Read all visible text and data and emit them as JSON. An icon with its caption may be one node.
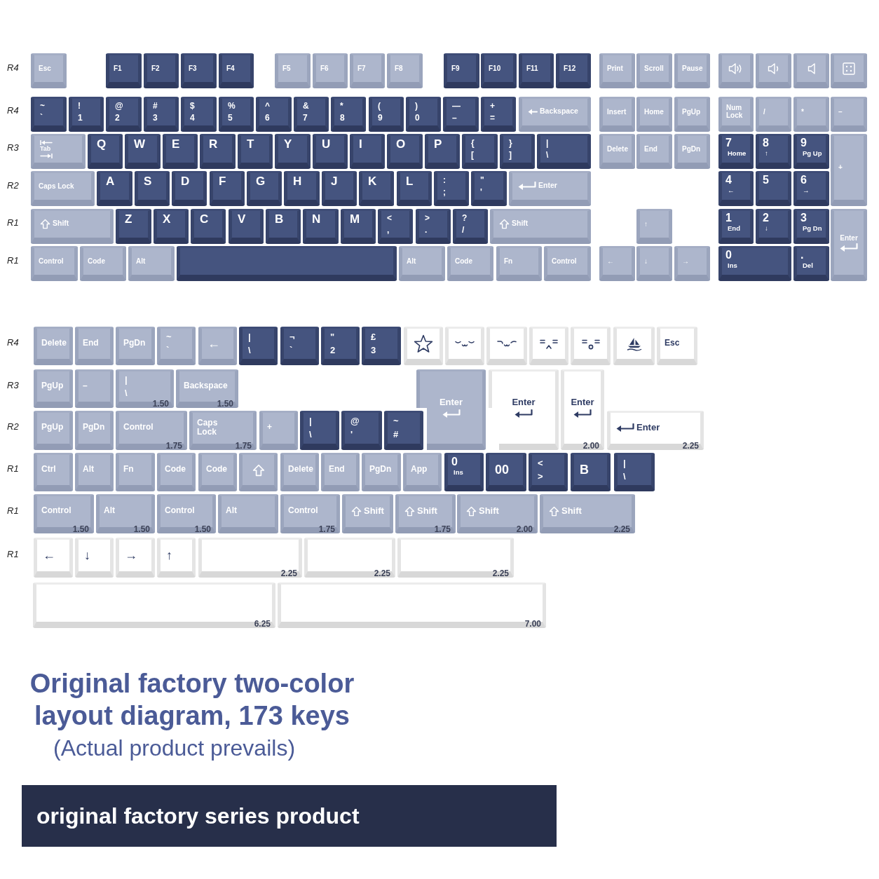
{
  "diagram": {
    "title": "Original factory two-color layout diagram, 173 keys",
    "caption": "original factory series product",
    "nodes": [
      {
        "text": [
          "Esc"
        ]
      },
      {
        "text": [
          "F1"
        ]
      },
      {
        "text": [
          "F2"
        ]
      },
      {
        "text": [
          "F3"
        ]
      },
      {
        "text": [
          "F4"
        ]
      },
      {
        "text": [
          "F5"
        ]
      },
      {
        "text": [
          "F6"
        ]
      },
      {
        "text": [
          "F7"
        ]
      },
      {
        "text": [
          "F8"
        ]
      },
      {
        "text": [
          "F9"
        ]
      },
      {
        "text": [
          "F10"
        ]
      },
      {
        "text": [
          "F11"
        ]
      },
      {
        "text": [
          "F12"
        ]
      },
      {
        "text": [
          "Print"
        ]
      },
      {
        "text": [
          "Scroll"
        ]
      },
      {
        "text": [
          "Pause"
        ]
      },
      {
        "text": [],
        "shape": "box"
      },
      {
        "text": [],
        "shape": "box"
      },
      {
        "text": [],
        "shape": "box"
      },
      {
        "text": [],
        "shape": "box"
      },
      {
        "text": [
          "~",
          "`"
        ]
      },
      {
        "text": [
          "!",
          "1"
        ]
      },
      {
        "text": [
          "@",
          "2"
        ]
      },
      {
        "text": [
          "#",
          "3"
        ]
      },
      {
        "text": [
          "$",
          "4"
        ]
      },
      {
        "text": [
          "%",
          "5"
        ]
      },
      {
        "text": [
          "^",
          "6"
        ]
      },
      {
        "text": [
          "&",
          "7"
        ]
      },
      {
        "text": [
          "*",
          "8"
        ]
      },
      {
        "text": [
          "(",
          "9"
        ]
      },
      {
        "text": [
          ")",
          "0"
        ]
      },
      {
        "text": [
          "—",
          "–"
        ]
      },
      {
        "text": [
          "+",
          "="
        ]
      },
      {
        "text": [
          "Backspace"
        ]
      },
      {
        "text": [
          "Insert"
        ]
      },
      {
        "text": [
          "Home"
        ]
      },
      {
        "text": [
          "PgUp"
        ]
      },
      {
        "text": [
          "Num Lock"
        ]
      },
      {
        "text": [
          "/"
        ]
      },
      {
        "text": [
          "*"
        ]
      },
      {
        "text": [
          "–"
        ]
      },
      {
        "text": [
          "Tab"
        ]
      },
      {
        "text": [
          "Q"
        ]
      },
      {
        "text": [
          "W"
        ]
      },
      {
        "text": [
          "E"
        ]
      },
      {
        "text": [
          "R"
        ]
      },
      {
        "text": [
          "T"
        ]
      },
      {
        "text": [
          "Y"
        ]
      },
      {
        "text": [
          "U"
        ]
      },
      {
        "text": [
          "I"
        ]
      },
      {
        "text": [
          "O"
        ]
      },
      {
        "text": [
          "P"
        ]
      },
      {
        "text": [
          "{",
          "["
        ]
      },
      {
        "text": [
          "}",
          "]"
        ]
      },
      {
        "text": [
          "|",
          "\\"
        ]
      },
      {
        "text": [
          "Delete"
        ]
      },
      {
        "text": [
          "End"
        ]
      },
      {
        "text": [
          "PgDn"
        ]
      },
      {
        "text": [
          "7",
          "Home"
        ]
      },
      {
        "text": [
          "8",
          "↑"
        ]
      },
      {
        "text": [
          "9",
          "Pg Up"
        ]
      },
      {
        "text": [
          "+"
        ]
      },
      {
        "text": [
          "Caps Lock"
        ]
      },
      {
        "text": [
          "A"
        ]
      },
      {
        "text": [
          "S"
        ]
      },
      {
        "text": [
          "D"
        ]
      },
      {
        "text": [
          "F"
        ]
      },
      {
        "text": [
          "G"
        ]
      },
      {
        "text": [
          "H"
        ]
      },
      {
        "text": [
          "J"
        ]
      },
      {
        "text": [
          "K"
        ]
      },
      {
        "text": [
          "L"
        ]
      },
      {
        "text": [
          ":",
          ";"
        ]
      },
      {
        "text": [
          "\"",
          "'"
        ]
      },
      {
        "text": [
          "Enter"
        ]
      },
      {
        "text": [
          "4",
          "←"
        ]
      },
      {
        "text": [
          "5"
        ]
      },
      {
        "text": [
          "6",
          "→"
        ]
      },
      {
        "text": [
          "Shift"
        ]
      },
      {
        "text": [
          "Z"
        ]
      },
      {
        "text": [
          "X"
        ]
      },
      {
        "text": [
          "C"
        ]
      },
      {
        "text": [
          "V"
        ]
      },
      {
        "text": [
          "B"
        ]
      },
      {
        "text": [
          "N"
        ]
      },
      {
        "text": [
          "M"
        ]
      },
      {
        "text": [
          "<",
          ","
        ]
      },
      {
        "text": [
          ">",
          "."
        ]
      },
      {
        "text": [
          "?",
          "/"
        ]
      },
      {
        "text": [
          "Shift"
        ]
      },
      {
        "text": [
          "↑"
        ]
      },
      {
        "text": [
          "1",
          "End"
        ]
      },
      {
        "text": [
          "2",
          "↓"
        ]
      },
      {
        "text": [
          "3",
          "Pg Dn"
        ]
      },
      {
        "text": [
          "Enter"
        ]
      },
      {
        "text": [
          "Control"
        ]
      },
      {
        "text": [
          "Code"
        ]
      },
      {
        "text": [
          "Alt"
        ]
      },
      {
        "text": [],
        "shape": "box"
      },
      {
        "text": [
          "Alt"
        ]
      },
      {
        "text": [
          "Code"
        ]
      },
      {
        "text": [
          "Fn"
        ]
      },
      {
        "text": [
          "Control"
        ]
      },
      {
        "text": [
          "←"
        ]
      },
      {
        "text": [
          "↓"
        ]
      },
      {
        "text": [
          "→"
        ]
      },
      {
        "text": [
          "0",
          "Ins"
        ]
      },
      {
        "text": [
          ".",
          "Del"
        ]
      },
      {
        "text": [
          "Delete"
        ]
      },
      {
        "text": [
          "End"
        ]
      },
      {
        "text": [
          "PgDn"
        ]
      },
      {
        "text": [
          "~",
          "`"
        ]
      },
      {
        "text": [
          "←"
        ]
      },
      {
        "text": [
          "|",
          "\\"
        ]
      },
      {
        "text": [
          "¬",
          "`"
        ]
      },
      {
        "text": [
          "\"",
          "2"
        ]
      },
      {
        "text": [
          "£",
          "3"
        ]
      },
      {
        "text": [],
        "shape": "box"
      },
      {
        "text": [],
        "shape": "box"
      },
      {
        "text": [],
        "shape": "box"
      },
      {
        "text": [],
        "shape": "box"
      },
      {
        "text": [],
        "shape": "box"
      },
      {
        "text": [],
        "shape": "box"
      },
      {
        "text": [
          "Esc"
        ]
      },
      {
        "text": [
          "PgUp"
        ]
      },
      {
        "text": [
          "–"
        ]
      },
      {
        "text": [
          "|",
          "\\",
          "1.50"
        ]
      },
      {
        "text": [
          "Backspace",
          "1.50"
        ]
      },
      {
        "text": [
          "Enter"
        ]
      },
      {
        "text": [
          "Enter"
        ]
      },
      {
        "text": [
          "Enter",
          "2.00"
        ]
      },
      {
        "text": [
          "PgUp"
        ]
      },
      {
        "text": [
          "PgDn"
        ]
      },
      {
        "text": [
          "Control",
          "1.75"
        ]
      },
      {
        "text": [
          "Caps Lock",
          "1.75"
        ]
      },
      {
        "text": [
          "+"
        ]
      },
      {
        "text": [
          "|",
          "\\"
        ]
      },
      {
        "text": [
          "@",
          "'"
        ]
      },
      {
        "text": [
          "~",
          "#"
        ]
      },
      {
        "text": [
          "Enter",
          "2.25"
        ]
      },
      {
        "text": [
          "Ctrl"
        ]
      },
      {
        "text": [
          "Alt"
        ]
      },
      {
        "text": [
          "Fn"
        ]
      },
      {
        "text": [
          "Code"
        ]
      },
      {
        "text": [
          "Code"
        ]
      },
      {
        "text": [],
        "shape": "box"
      },
      {
        "text": [
          "Delete"
        ]
      },
      {
        "text": [
          "End"
        ]
      },
      {
        "text": [
          "PgDn"
        ]
      },
      {
        "text": [
          "App"
        ]
      },
      {
        "text": [
          "0",
          "Ins"
        ]
      },
      {
        "text": [
          "00"
        ]
      },
      {
        "text": [
          "<",
          ">"
        ]
      },
      {
        "text": [
          "B"
        ]
      },
      {
        "text": [
          "|",
          "\\"
        ]
      },
      {
        "text": [
          "Control",
          "1.50"
        ]
      },
      {
        "text": [
          "Alt",
          "1.50"
        ]
      },
      {
        "text": [
          "Control",
          "1.50"
        ]
      },
      {
        "text": [
          "Alt"
        ]
      },
      {
        "text": [
          "Control",
          "1.75"
        ]
      },
      {
        "text": [
          "Shift"
        ]
      },
      {
        "text": [
          "Shift",
          "1.75"
        ]
      },
      {
        "text": [
          "Shift",
          "2.00"
        ]
      },
      {
        "text": [
          "Shift",
          "2.25"
        ]
      },
      {
        "text": [
          "←"
        ]
      },
      {
        "text": [
          "↓"
        ]
      },
      {
        "text": [
          "→"
        ]
      },
      {
        "text": [
          "↑"
        ]
      },
      {
        "text": [
          "2.25"
        ]
      },
      {
        "text": [
          "2.25"
        ]
      },
      {
        "text": [
          "2.25"
        ]
      },
      {
        "text": [
          "6.25"
        ]
      },
      {
        "text": [
          "7.00"
        ]
      }
    ],
    "labels": [
      "R4",
      "R4",
      "R3",
      "R2",
      "R1",
      "R1",
      "R4",
      "R3",
      "R2",
      "R1",
      "R1",
      "R1",
      "(Actual product prevails)"
    ]
  }
}
